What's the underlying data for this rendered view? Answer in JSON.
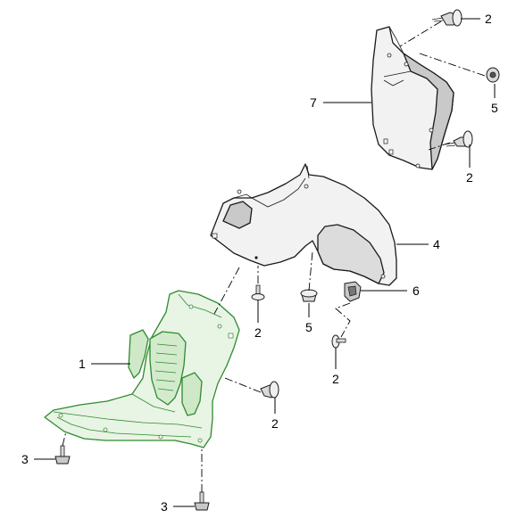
{
  "colors": {
    "highlight_stroke": "#2f8a2f",
    "highlight_fill": "#e8f4e4",
    "part_fill_light": "#f2f2f2",
    "part_fill_shade": "#c9c9c9",
    "line": "#1a1a1a"
  },
  "callouts": [
    {
      "id": "c1",
      "label": "1"
    },
    {
      "id": "c2a",
      "label": "2"
    },
    {
      "id": "c2b",
      "label": "2"
    },
    {
      "id": "c2c",
      "label": "2"
    },
    {
      "id": "c2d",
      "label": "2"
    },
    {
      "id": "c2e",
      "label": "2"
    },
    {
      "id": "c3a",
      "label": "3"
    },
    {
      "id": "c3b",
      "label": "3"
    },
    {
      "id": "c4",
      "label": "4"
    },
    {
      "id": "c5a",
      "label": "5"
    },
    {
      "id": "c5b",
      "label": "5"
    },
    {
      "id": "c6",
      "label": "6"
    },
    {
      "id": "c7",
      "label": "7"
    }
  ]
}
